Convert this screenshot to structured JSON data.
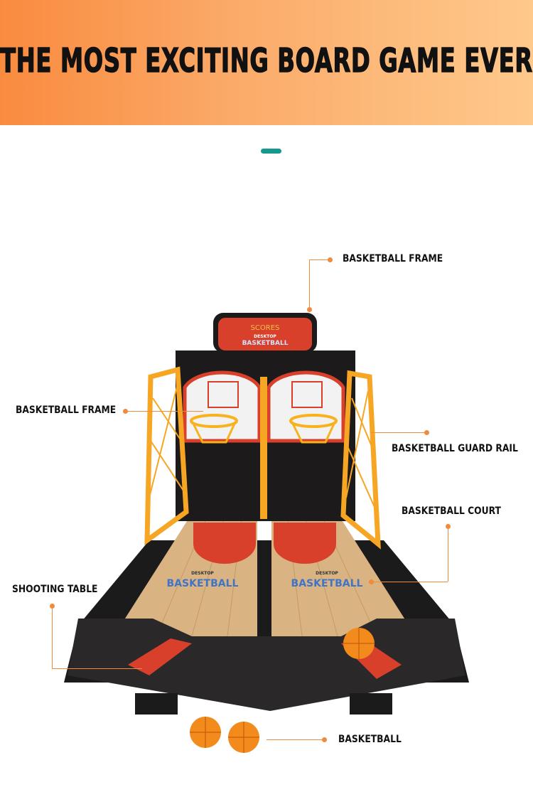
{
  "banner": {
    "title": "THE MOST EXCITING BOARD GAME EVER"
  },
  "product": {
    "scoreboard_label": "SCORES",
    "logo_line1": "DESKTOP",
    "logo_line2": "BASKETBALL"
  },
  "callouts": [
    {
      "label": "BASKETBALL FRAME"
    },
    {
      "label": "BASKETBALL FRAME"
    },
    {
      "label": "BASKETBALL GUARD RAIL"
    },
    {
      "label": "BASKETBALL COURT"
    },
    {
      "label": "SHOOTING TABLE"
    },
    {
      "label": "BASKETBALL"
    }
  ],
  "colors": {
    "accent": "#17988f",
    "callout": "#f08a3c",
    "banner_start": "#f98b3f",
    "banner_end": "#fec98b"
  }
}
